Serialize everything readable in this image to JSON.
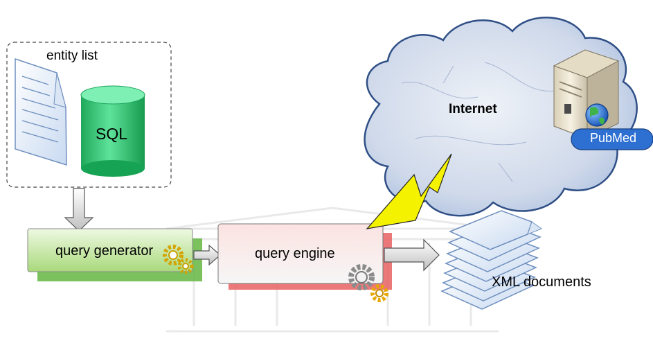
{
  "diagram": {
    "entity_list_label": "entity list",
    "sql_label": "SQL",
    "query_generator_label": "query generator",
    "query_engine_label": "query engine",
    "internet_label": "Internet",
    "pubmed_label": "PubMed",
    "xml_documents_label": "XML documents"
  },
  "colors": {
    "generator_green": "#9bd36a",
    "engine_red": "#e65a5a",
    "cylinder_green": "#3fcf82",
    "cloud_blue": "#b9cbe8",
    "pubmed_blue": "#2f6fd0",
    "lightning_yellow": "#f4f200"
  },
  "icons": [
    "document-icon",
    "database-icon",
    "gears-icon",
    "cloud-icon",
    "server-icon",
    "globe-icon",
    "lightning-icon",
    "documents-stack-icon",
    "arrow-icon"
  ]
}
